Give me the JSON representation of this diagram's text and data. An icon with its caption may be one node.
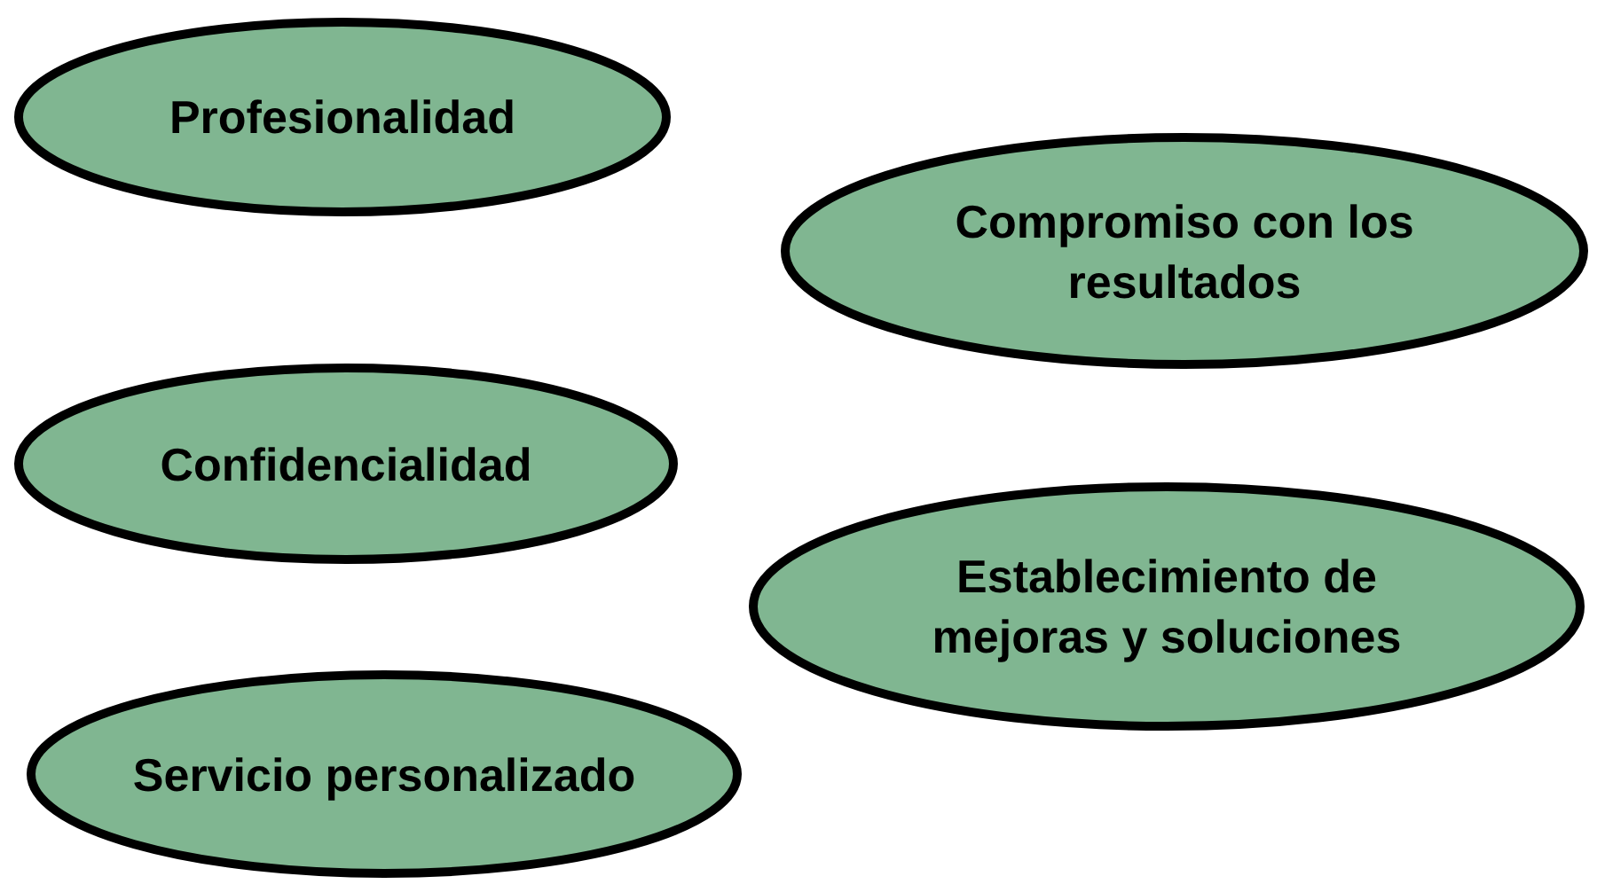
{
  "diagram": {
    "nodes": [
      {
        "text": [
          "Profesionalidad"
        ]
      },
      {
        "text": [
          "Compromiso con los resultados"
        ]
      },
      {
        "text": [
          "Confidencialidad"
        ]
      },
      {
        "text": [
          "Establecimiento de mejoras y soluciones"
        ]
      },
      {
        "text": [
          "Servicio personalizado"
        ]
      }
    ]
  }
}
